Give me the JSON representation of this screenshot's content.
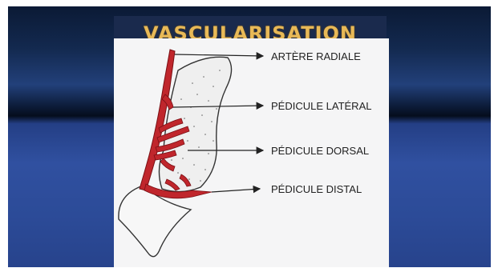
{
  "slide": {
    "title": "VASCULARISATION",
    "title_color": "#e8b957",
    "background_color": "#2c4b98"
  },
  "diagram": {
    "vessel_color": "#c0262c",
    "labels": {
      "radial_artery": "ARTÈRE RADIALE",
      "lateral_pedicle": "PÉDICULE LATÉRAL",
      "dorsal_pedicle": "PÉDICULE DORSAL",
      "distal_pedicle": "PÉDICULE DISTAL"
    }
  }
}
